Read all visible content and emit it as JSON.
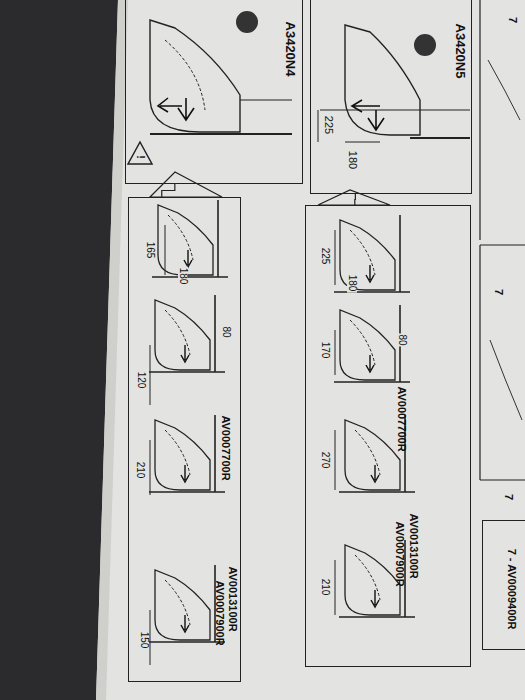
{
  "diagram": {
    "nodes": [
      {
        "text": [
          "A3420N4"
        ]
      },
      {
        "text": [
          "A3420N5"
        ]
      },
      {
        "text": [
          "7 - AV0009400R"
        ]
      },
      {
        "text": [
          "AV0007700R",
          "AV0013100R",
          "AV0007900R"
        ]
      },
      {
        "text": [
          "AV0007700R",
          "AV0013100R",
          "AV0007900R"
        ]
      }
    ],
    "edges": [
      {
        "from": 0,
        "to": 3,
        "arrow": "none"
      },
      {
        "from": 1,
        "to": 4,
        "arrow": "none"
      }
    ],
    "labels": [
      "225",
      "180",
      "!",
      "165",
      "180",
      "80",
      "120",
      "210",
      "150",
      "225",
      "180",
      "80",
      "170",
      "270",
      "210",
      "7",
      "7",
      "7"
    ]
  }
}
